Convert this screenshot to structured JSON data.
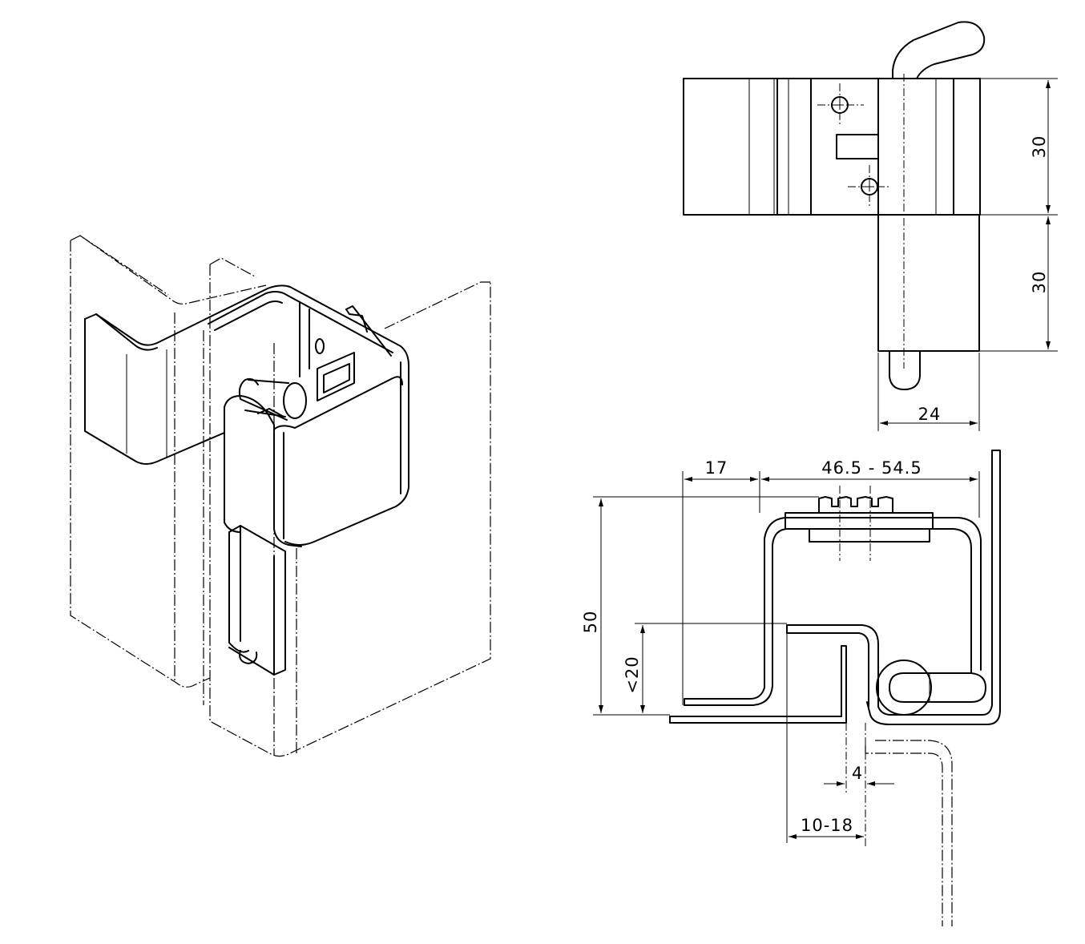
{
  "dimensions": {
    "top_view": {
      "height_upper": "30",
      "height_lower": "30",
      "width": "24"
    },
    "side_view": {
      "offset_left": "17",
      "adjust_range": "46.5 - 54.5",
      "height_total": "50",
      "height_inner": "<20",
      "gap": "4",
      "thickness_range": "10-18"
    }
  },
  "colors": {
    "line": "#000000",
    "background": "#ffffff"
  }
}
